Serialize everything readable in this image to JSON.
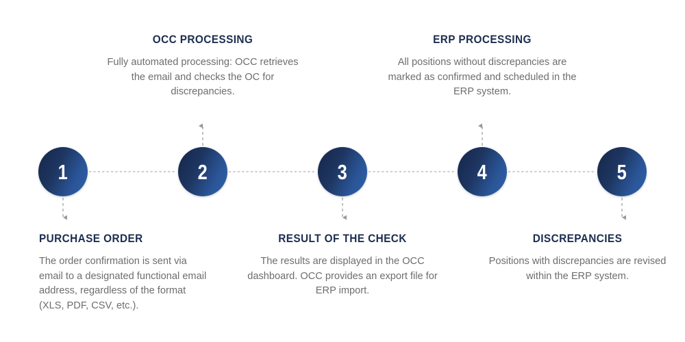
{
  "diagram": {
    "type": "horizontal-process-timeline",
    "step_count": 5,
    "colors": {
      "node_gradient_start": "#16274a",
      "node_gradient_end": "#2f63ad",
      "node_number": "#ffffff",
      "title": "#1c2e4f",
      "body": "#6d6d6d",
      "connector": "#9a9a9a",
      "background": "#ffffff"
    },
    "steps": [
      {
        "number": "1",
        "title": "PURCHASE ORDER",
        "body": "The order confirmation is sent via email to a designated functional email address, regardless of the format (XLS, PDF, CSV, etc.).",
        "side": "below",
        "align": "left"
      },
      {
        "number": "2",
        "title": "OCC PROCESSING",
        "body": "Fully automated processing: OCC retrieves the email and checks the OC for discrepancies.",
        "side": "above",
        "align": "center"
      },
      {
        "number": "3",
        "title": "RESULT OF THE CHECK",
        "body": "The results are displayed in the OCC dashboard. OCC provides an export file for ERP import.",
        "side": "below",
        "align": "center"
      },
      {
        "number": "4",
        "title": "ERP PROCESSING",
        "body": "All positions without discrepancies are marked as confirmed and scheduled in the ERP system.",
        "side": "above",
        "align": "center"
      },
      {
        "number": "5",
        "title": "DISCREPANCIES",
        "body": "Positions with discrepancies are revised within the ERP system.",
        "side": "below",
        "align": "right"
      }
    ]
  }
}
